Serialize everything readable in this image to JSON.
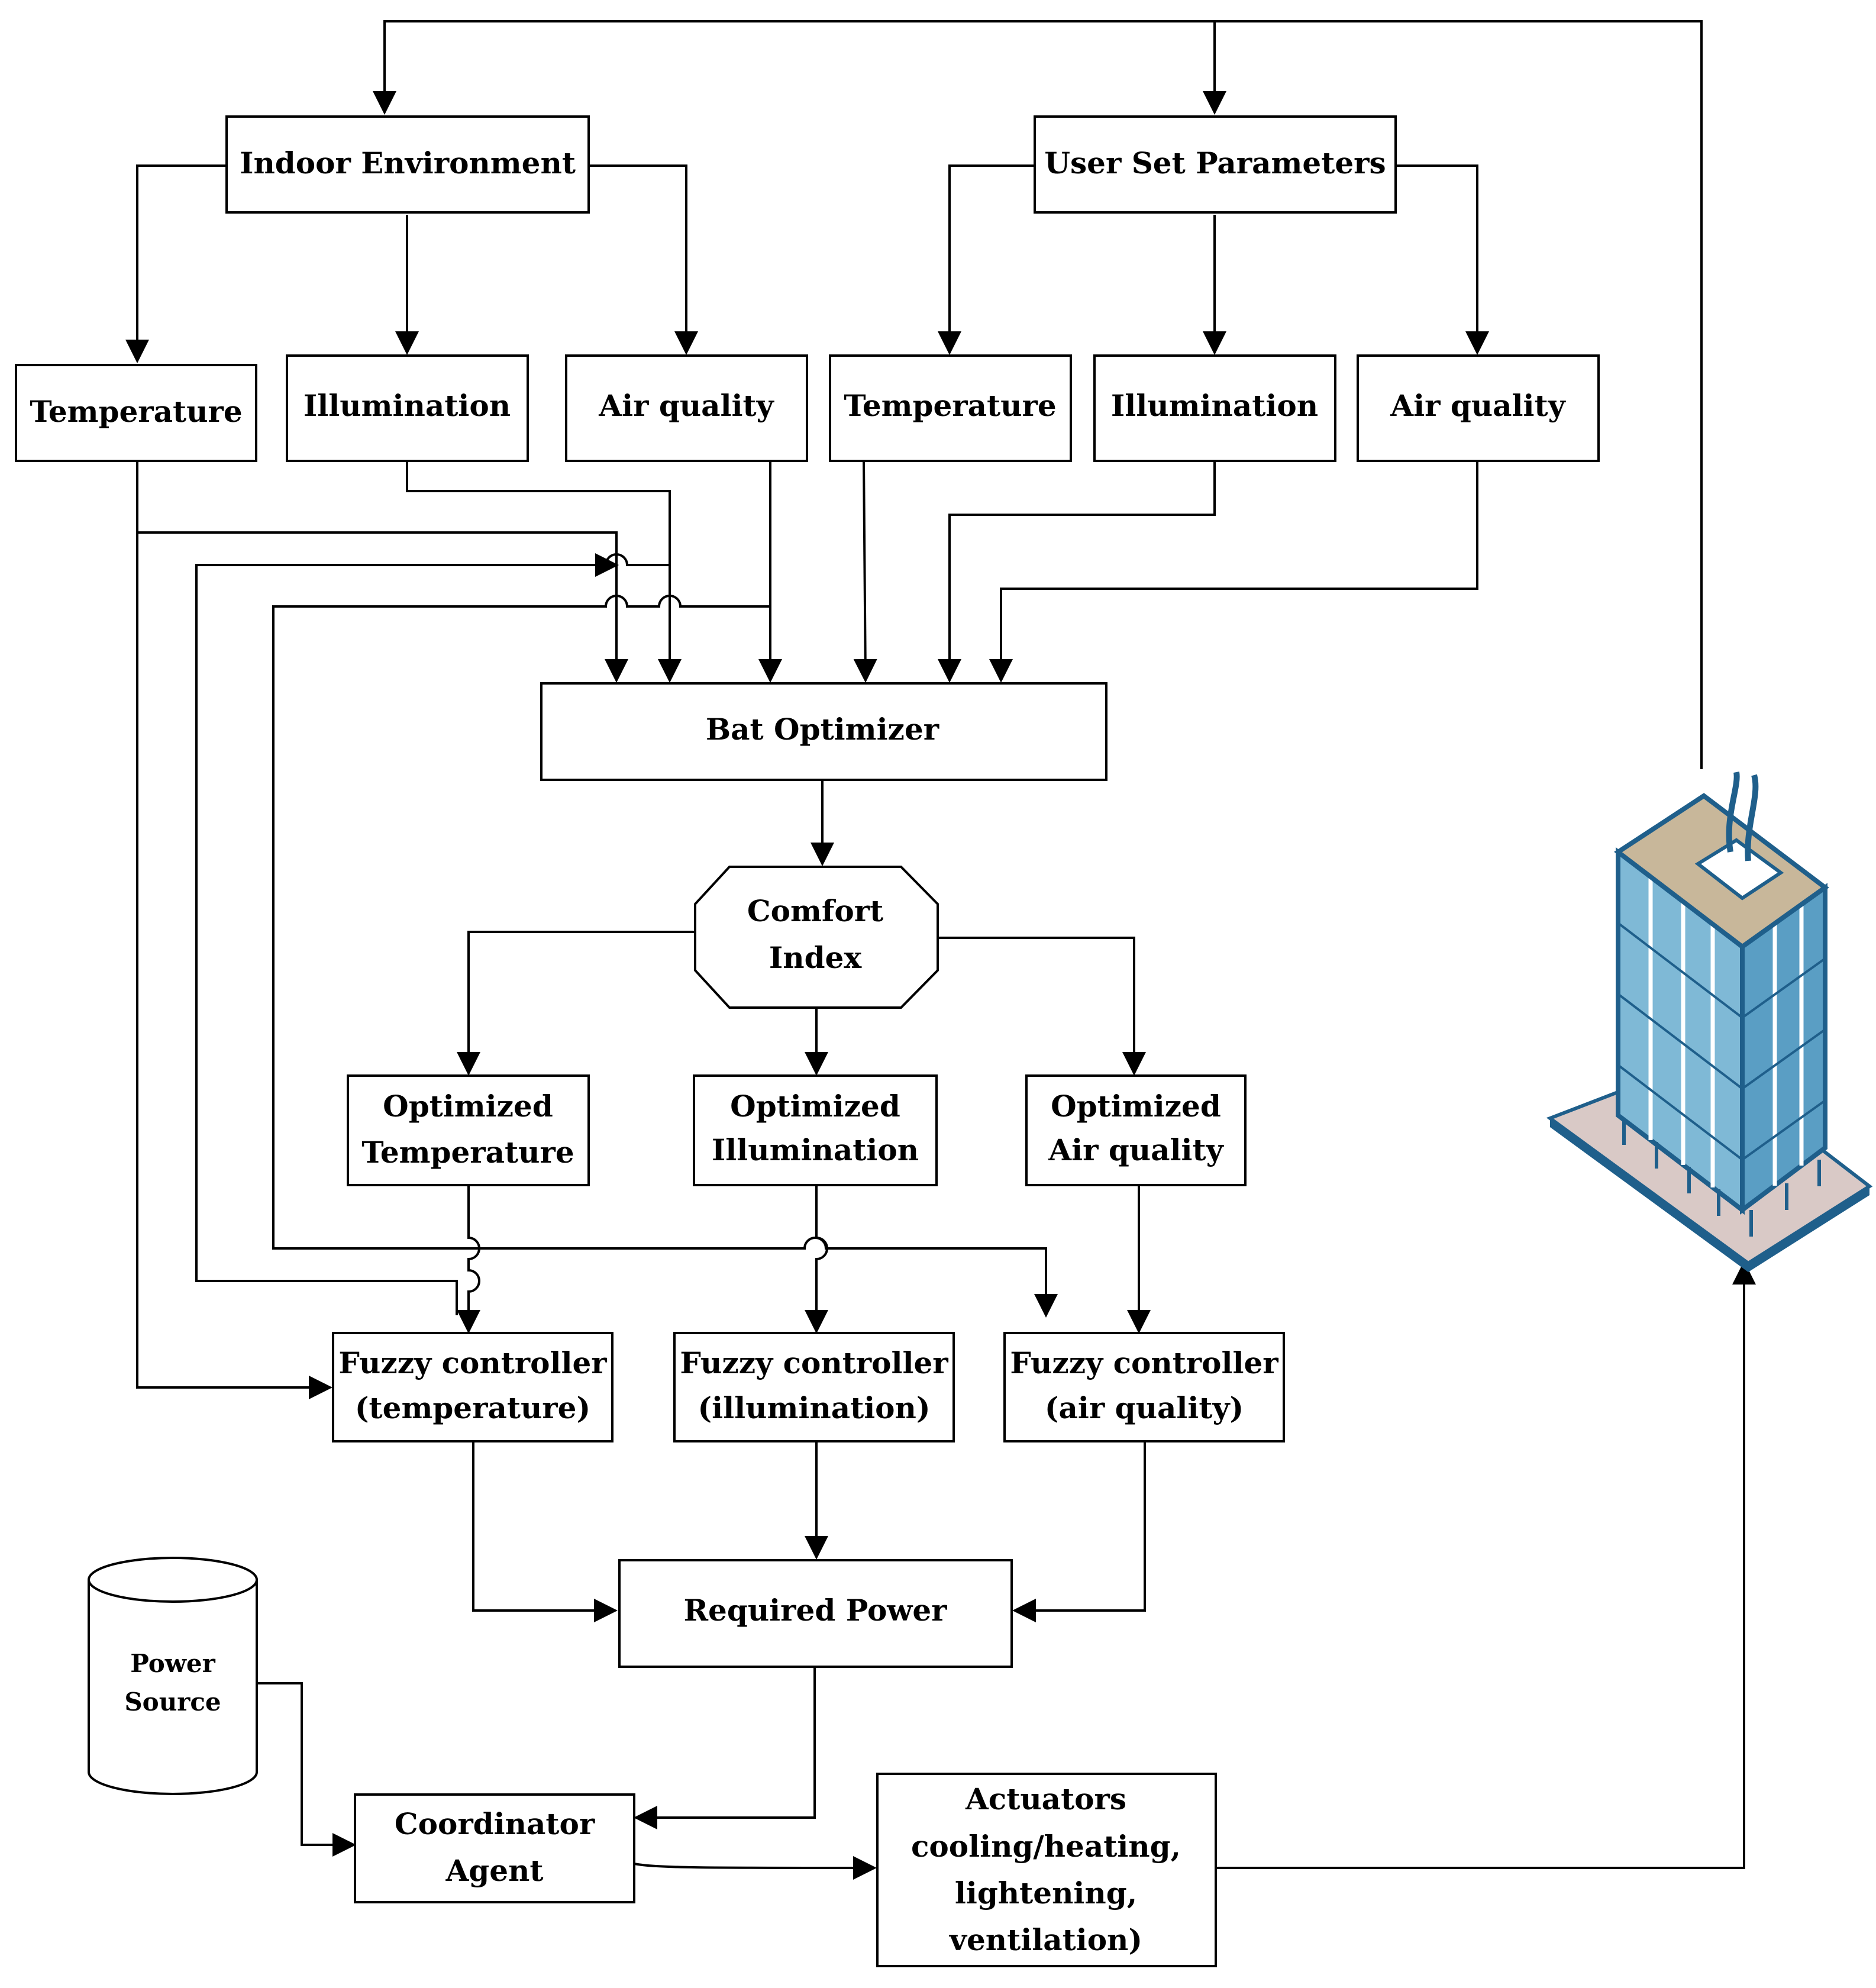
{
  "nodes": {
    "indoor_environment": "Indoor Environment",
    "user_set_parameters": "User Set Parameters",
    "indoor_temperature": "Temperature",
    "indoor_illumination": "Illumination",
    "indoor_air_quality": "Air quality",
    "user_temperature": "Temperature",
    "user_illumination": "Illumination",
    "user_air_quality": "Air quality",
    "bat_optimizer": "Bat Optimizer",
    "comfort_index": [
      "Comfort",
      "Index"
    ],
    "optimized_temperature": [
      "Optimized",
      "Temperature"
    ],
    "optimized_illumination": [
      "Optimized",
      "Illumination"
    ],
    "optimized_air_quality": [
      "Optimized",
      "Air quality"
    ],
    "fuzzy_temperature": [
      "Fuzzy controller",
      "(temperature)"
    ],
    "fuzzy_illumination": [
      "Fuzzy controller",
      "(illumination)"
    ],
    "fuzzy_air_quality": [
      "Fuzzy controller",
      "(air quality)"
    ],
    "required_power": "Required Power",
    "power_source": [
      "Power",
      "Source"
    ],
    "coordinator_agent": [
      "Coordinator",
      "Agent"
    ],
    "actuators": [
      "Actuators",
      "cooling/heating,",
      "lightening,",
      "ventilation)"
    ]
  },
  "colors": {
    "line": "#000000",
    "building_glass": "#7fb9d6",
    "building_frame": "#1f5f8b",
    "building_roof": "#c8b79a",
    "building_base": "#d9c9c6"
  },
  "icons": {
    "building": "office-building-icon",
    "power_source": "cylinder-database-icon"
  }
}
